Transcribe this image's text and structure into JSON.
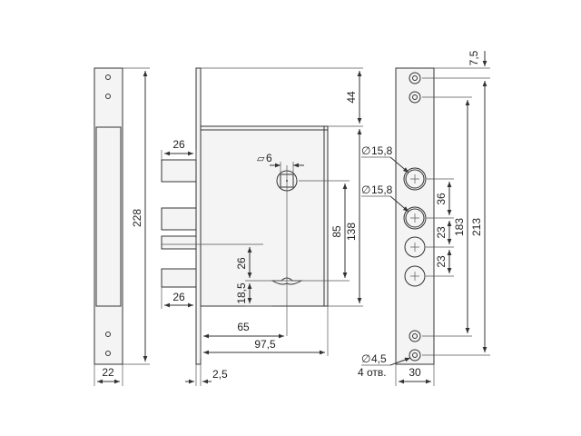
{
  "dimensions": {
    "side_height": "228",
    "side_width": "22",
    "bolt_top_width": "26",
    "bolt_bottom_width": "26",
    "spindle_square": "6",
    "top_offset": "44",
    "spindle_to_key": "85",
    "body_height": "138",
    "bolt_gap": "26",
    "key_offset": "18,5",
    "backset_65": "65",
    "backset_975": "97,5",
    "plate_thickness": "2,5",
    "hole_d1": "15,8",
    "hole_d2": "15,8",
    "hole_pitch_36": "36",
    "hole_pitch_23a": "23",
    "hole_pitch_23b": "23",
    "span_183": "183",
    "span_213": "213",
    "top_gap": "7,5",
    "screw_hole_d": "4,5",
    "screw_hole_count": "4 отв.",
    "faceplate_width": "30"
  },
  "symbols": {
    "diameter": "∅",
    "square": "⏥"
  }
}
